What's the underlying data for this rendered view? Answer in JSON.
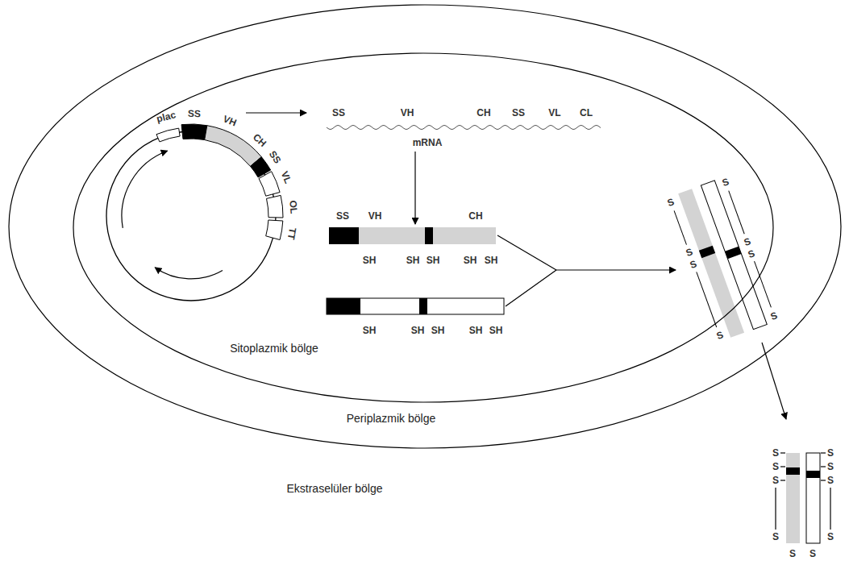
{
  "diagram": {
    "nodes": [
      {
        "text": [
          "Periplazmik bölge"
        ]
      },
      {
        "text": [
          "Sitoplazmik bölge"
        ],
        "in": 0
      }
    ],
    "labels": [
      "plac",
      "SS",
      "VH",
      "CH",
      "SS",
      "VL",
      "OL",
      "TT",
      "SS",
      "VH",
      "CH",
      "SS",
      "VL",
      "CL",
      "mRNA",
      "SS",
      "VH",
      "CH",
      "SH",
      "SH",
      "SH",
      "SH",
      "SH",
      "SH",
      "SH",
      "SH",
      "SH",
      "SH",
      "S",
      "S",
      "S",
      "S",
      "S",
      "S",
      "S",
      "S",
      "S",
      "S",
      "S",
      "S",
      "S",
      "S",
      "S",
      "S",
      "S",
      "S",
      "Ekstraselüler bölge"
    ]
  }
}
